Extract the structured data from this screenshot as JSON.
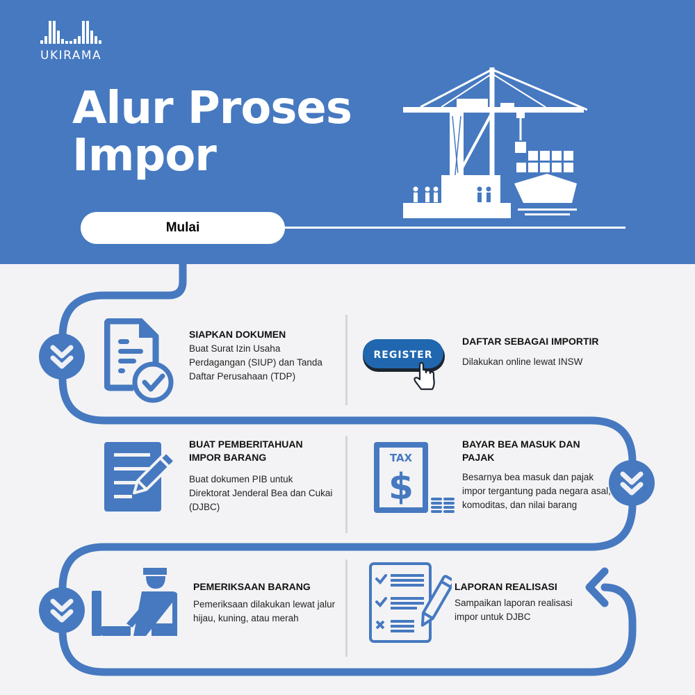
{
  "brand": {
    "name": "UKIRAMA",
    "icon": "ukirama-bars-logo"
  },
  "header": {
    "title_line1": "Alur Proses",
    "title_line2": "Impor",
    "illustration": "port-crane-ship-icon",
    "background": "#4679c0"
  },
  "start": {
    "label": "Mulai"
  },
  "colors": {
    "accent": "#4679c0",
    "background": "#f3f3f5",
    "divider": "#d6d6d8",
    "text": "#111111"
  },
  "steps": [
    {
      "title": "SIAPKAN DOKUMEN",
      "description": "Buat Surat Izin Usaha Perdagangan (SIUP) dan Tanda Daftar Perusahaan (TDP)",
      "icon": "document-check-icon"
    },
    {
      "title": "DAFTAR SEBAGAI IMPORTIR",
      "description": "Dilakukan online lewat INSW",
      "icon": "register-button-icon",
      "icon_label": "REGISTER"
    },
    {
      "title": "BUAT PEMBERITAHUAN IMPOR BARANG",
      "description": "Buat dokumen PIB untuk Direktorat Jenderal Bea dan Cukai (DJBC)",
      "icon": "document-pen-icon"
    },
    {
      "title": "BAYAR BEA MASUK DAN PAJAK",
      "description": "Besarnya bea masuk dan pajak impor tergantung pada negara asal, komoditas, dan nilai barang",
      "icon": "tax-dollar-icon",
      "icon_label": "TAX"
    },
    {
      "title": "PEMERIKSAAN BARANG",
      "description": "Pemeriksaan dilakukan lewat jalur hijau, kuning, atau merah",
      "icon": "customs-officer-icon"
    },
    {
      "title": "LAPORAN REALISASI",
      "description": "Sampaikan laporan realisasi impor untuk DJBC",
      "icon": "checklist-pen-icon"
    }
  ]
}
